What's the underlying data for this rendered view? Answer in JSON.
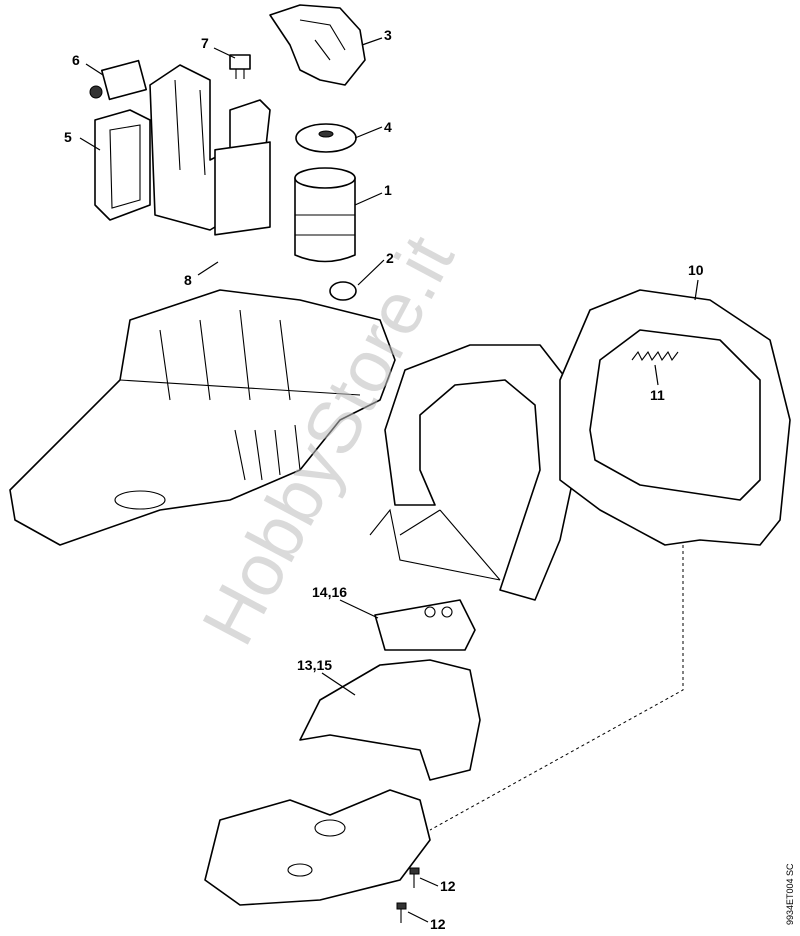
{
  "labels": {
    "p1": "1",
    "p2": "2",
    "p3": "3",
    "p4": "4",
    "p5": "5",
    "p6": "6",
    "p7": "7",
    "p8": "8",
    "p10": "10",
    "p11": "11",
    "p12a": "12",
    "p12b": "12",
    "p13_15": "13,15",
    "p14_16": "14,16"
  },
  "watermark": "HobbyStore.it",
  "drawing_code": "9934ET004 SC"
}
